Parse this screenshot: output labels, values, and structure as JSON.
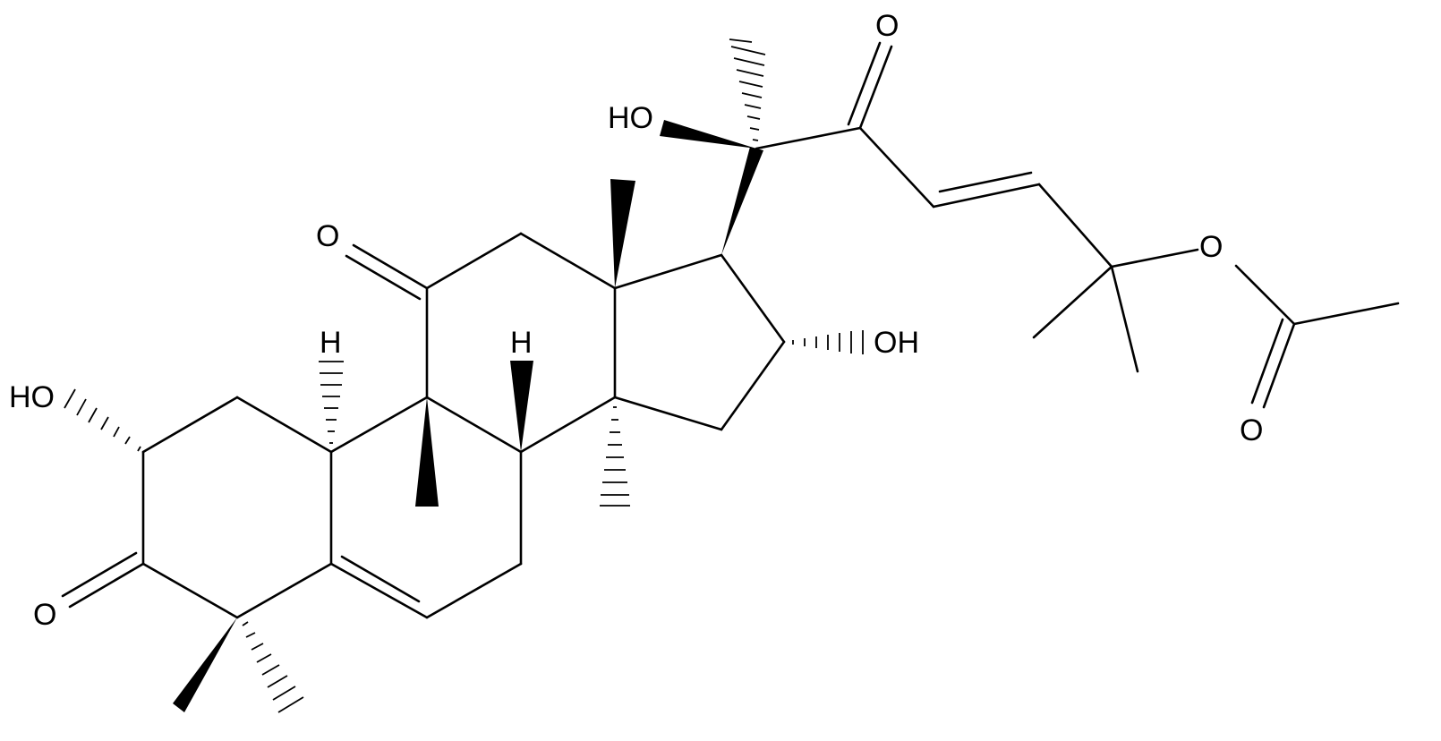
{
  "molecule": {
    "atom_labels": {
      "oh_c20": "HO",
      "o_c22": "O",
      "o_c11": "O",
      "h_c10": "H",
      "h_c8": "H",
      "oh_c16": "OH",
      "oh_c2": "HO",
      "o_c3": "O",
      "o_ester": "O",
      "o_acetyl": "O"
    }
  }
}
